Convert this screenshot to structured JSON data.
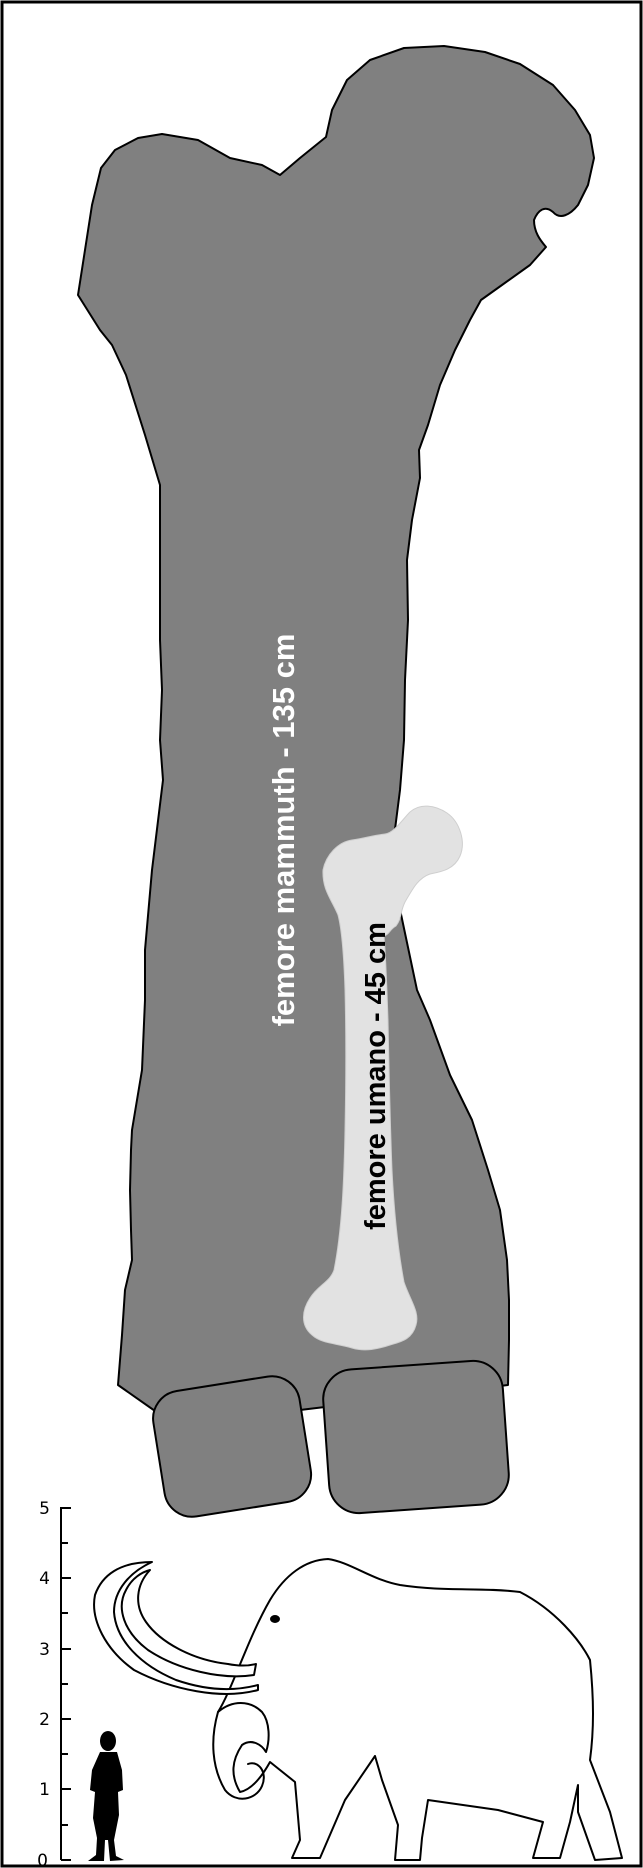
{
  "labels": {
    "mammoth_femur": "femore mammuth - 135 cm",
    "human_femur": "femore umano - 45 cm"
  },
  "scale": {
    "ticks": [
      "0",
      "1",
      "2",
      "3",
      "4",
      "5"
    ]
  },
  "colors": {
    "mammoth_bone_fill": "#808080",
    "human_bone_fill": "#e2e2e2",
    "outline": "#000000",
    "background": "#ffffff"
  }
}
